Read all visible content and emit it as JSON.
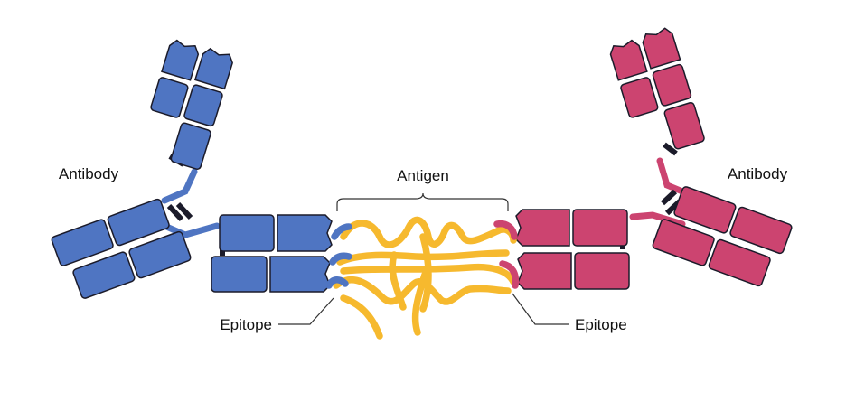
{
  "labels": {
    "antibody_left": "Antibody",
    "antibody_right": "Antibody",
    "antigen": "Antigen",
    "epitope_left": "Epitope",
    "epitope_right": "Epitope"
  },
  "colors": {
    "antibody_left": "#4f75c2",
    "antibody_right": "#cc4470",
    "antigen": "#f6b92e",
    "outline": "#1b1b2a",
    "label_text": "#111111",
    "leader_line": "#333333",
    "background": "#ffffff"
  }
}
